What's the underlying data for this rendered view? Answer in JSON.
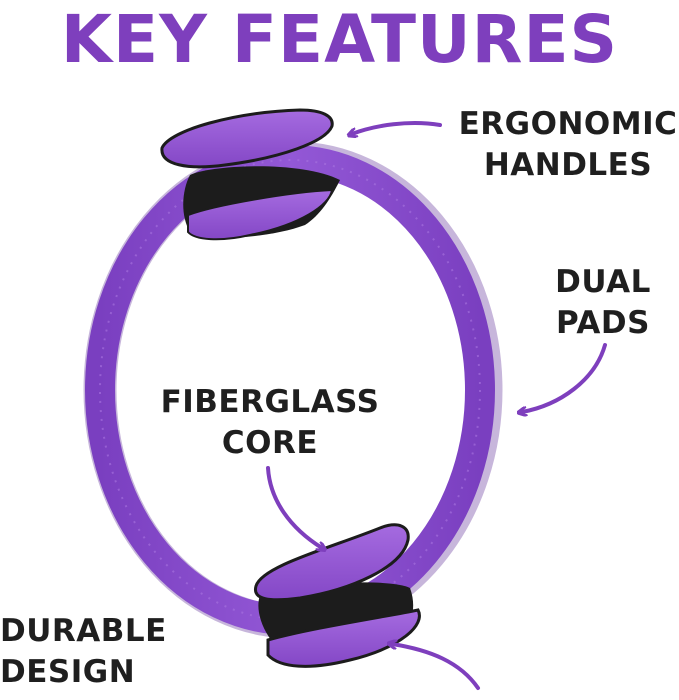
{
  "title": "KEY FEATURES",
  "colors": {
    "accent": "#7e3fbd",
    "ring": "#8a4ccf",
    "ring_shadow": "#6a34a6",
    "pad": "#9b5fd9",
    "grip": "#1c1c1c",
    "text": "#1f1f1f"
  },
  "features": {
    "ergonomic": {
      "line1": "ERGONOMIC",
      "line2": "HANDLES"
    },
    "dual": {
      "line1": "DUAL",
      "line2": "PADS"
    },
    "fiberglass": {
      "line1": "FIBERGLASS",
      "line2": "CORE"
    },
    "durable": {
      "line1": "DURABLE",
      "line2": "DESIGN"
    }
  },
  "icons": [
    "curved-arrow-icon"
  ]
}
